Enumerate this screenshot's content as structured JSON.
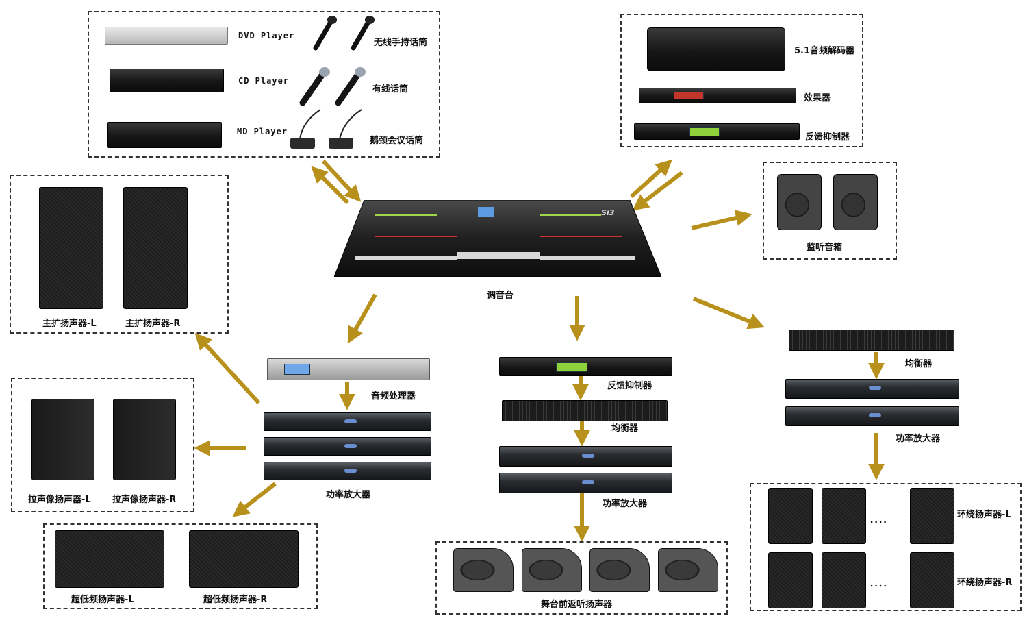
{
  "labels": {
    "dvd": "DVD Player",
    "cd": "CD Player",
    "md": "MD Player",
    "wireless_mic": "无线手持话筒",
    "wired_mic": "有线话筒",
    "gooseneck_mic": "鹅颈会议话筒",
    "decoder": "5.1音频解码器",
    "effects": "效果器",
    "feedback1": "反馈抑制器",
    "monitor_speakers": "监听音箱",
    "mixer": "调音台",
    "main_l": "主扩扬声器-L",
    "main_r": "主扩扬声器-R",
    "audio_processor": "音频处理器",
    "amp_left": "功率放大器",
    "zoom_l": "拉声像扬声器-L",
    "zoom_r": "拉声像扬声器-R",
    "sub_l": "超低频扬声器-L",
    "sub_r": "超低频扬声器-R",
    "feedback2": "反馈抑制器",
    "eq_center": "均衡器",
    "amp_center": "功率放大器",
    "stage_monitor": "舞台前返听扬声器",
    "eq_right": "均衡器",
    "amp_right": "功率放大器",
    "surround_l": "环绕扬声器-L",
    "surround_r": "环绕扬声器-R",
    "dots1": "．．．．",
    "dots2": "．．．．",
    "mixer_logo": "Si3"
  },
  "colors": {
    "arrow": "#b8901c",
    "border": "#333333"
  }
}
